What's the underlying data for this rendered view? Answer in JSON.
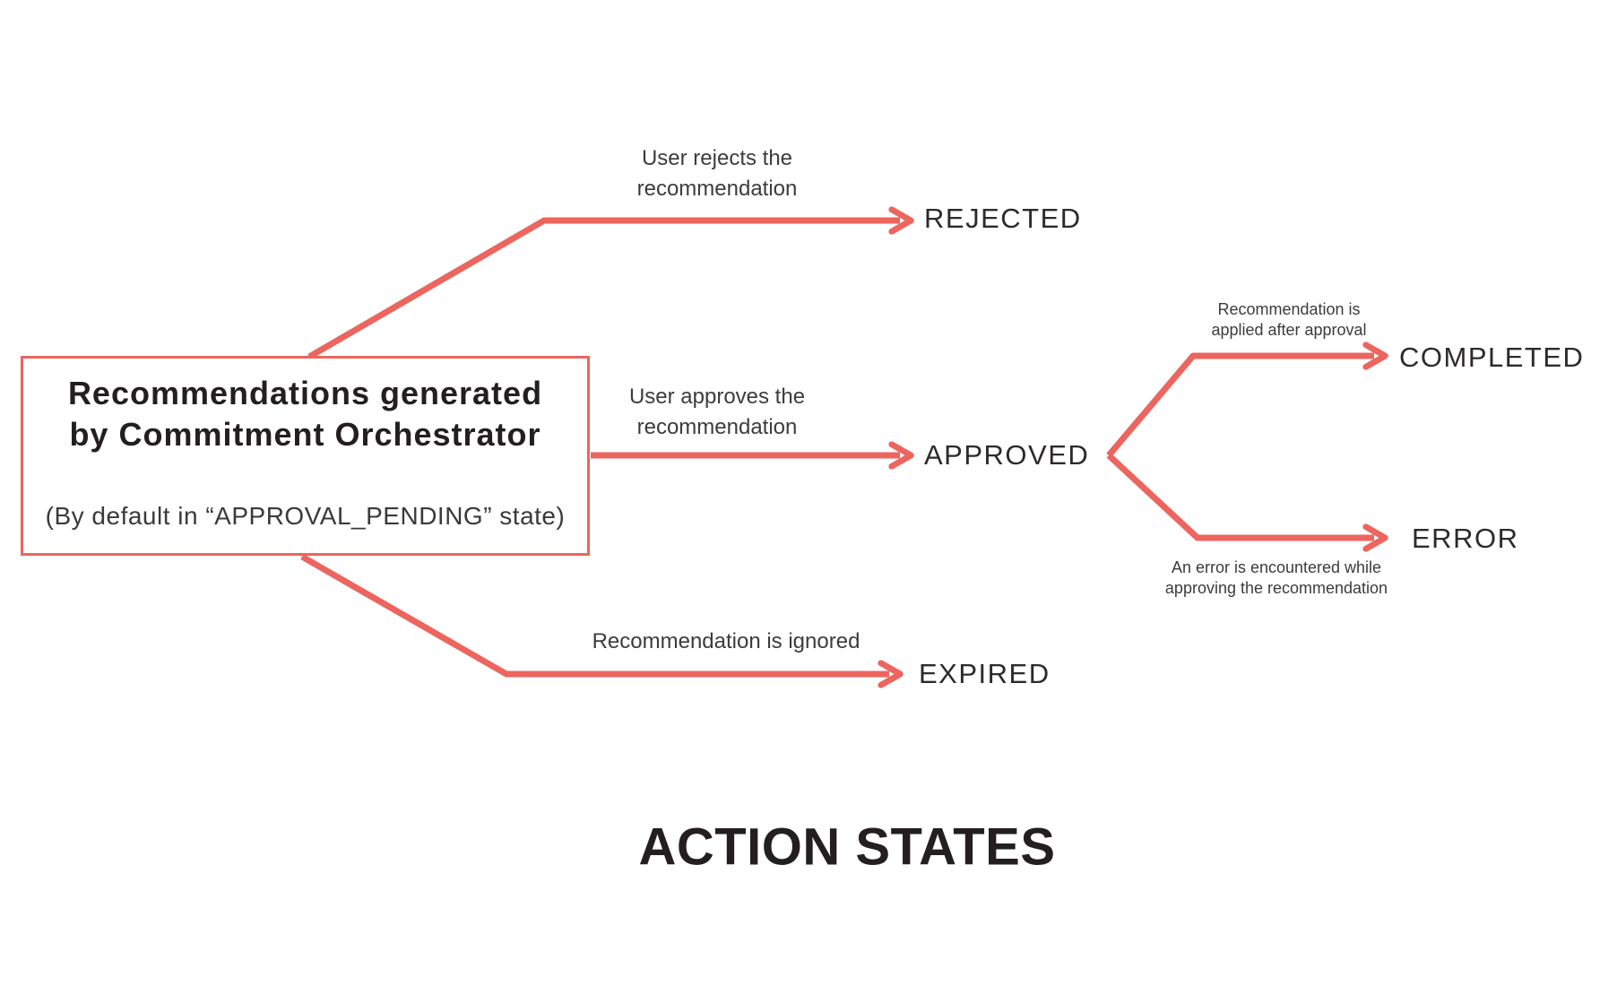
{
  "colors": {
    "arrow": "#ec655e",
    "heading": "#231f20",
    "state_label": "#2d2a2b",
    "caption": "#3c3c3c"
  },
  "heading": "ACTION STATES",
  "source_box": {
    "title_line1": "Recommendations generated",
    "title_line2": "by Commitment Orchestrator",
    "subtitle": "(By default in “APPROVAL_PENDING” state)"
  },
  "states": {
    "rejected": "REJECTED",
    "approved": "APPROVED",
    "completed": "COMPLETED",
    "error": "ERROR",
    "expired": "EXPIRED"
  },
  "transitions": [
    {
      "from": "APPROVAL_PENDING",
      "to": "REJECTED",
      "caption_line1": "User rejects the",
      "caption_line2": "recommendation"
    },
    {
      "from": "APPROVAL_PENDING",
      "to": "APPROVED",
      "caption_line1": "User approves the",
      "caption_line2": "recommendation"
    },
    {
      "from": "APPROVAL_PENDING",
      "to": "EXPIRED",
      "caption_line1": "Recommendation is ignored",
      "caption_line2": ""
    },
    {
      "from": "APPROVED",
      "to": "COMPLETED",
      "caption_line1": "Recommendation is",
      "caption_line2": "applied after approval"
    },
    {
      "from": "APPROVED",
      "to": "ERROR",
      "caption_line1": "An error is encountered while",
      "caption_line2": "approving the recommendation"
    }
  ]
}
